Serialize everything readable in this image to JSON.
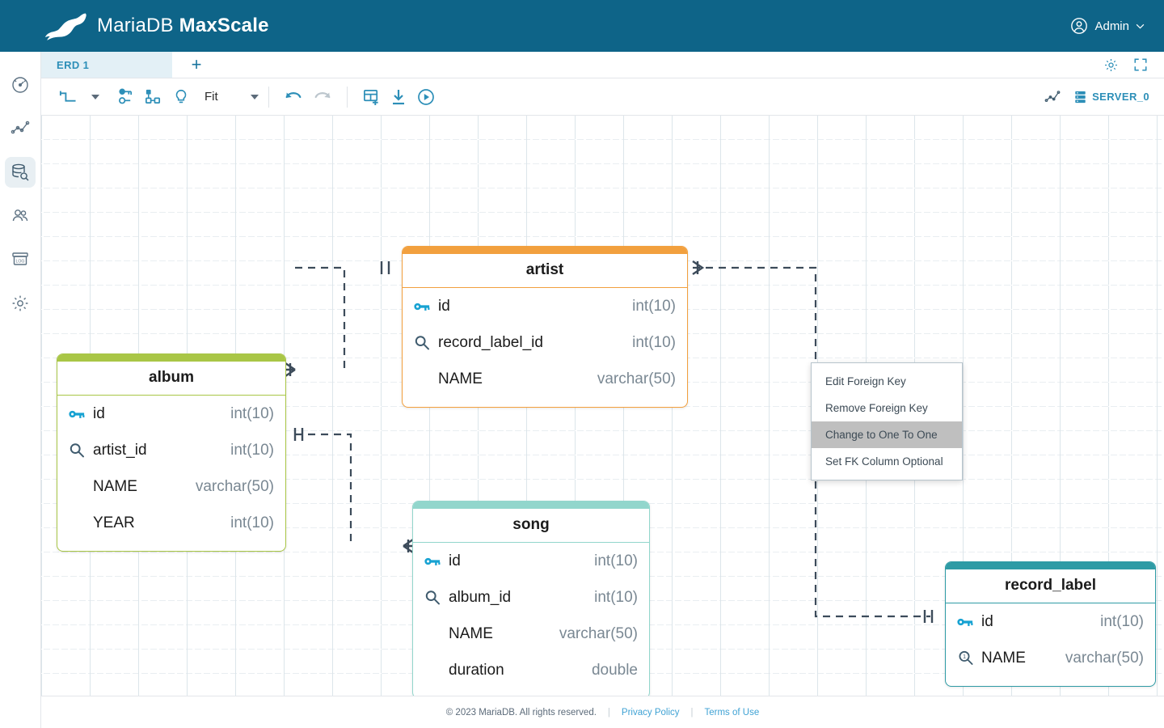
{
  "header": {
    "brand_thin": "Maria",
    "brand_db": "DB",
    "brand_product": "MaxScale",
    "logo_icon": "mariadb-seal-logo",
    "user_label": "Admin",
    "user_icon": "user-circle-icon",
    "user_chevron_icon": "chevron-down-icon",
    "brand_color": "#0E6488"
  },
  "sidebar": {
    "items": [
      {
        "name": "dashboard",
        "icon": "gauge-icon",
        "active": false
      },
      {
        "name": "visualization",
        "icon": "line-chart-icon",
        "active": false
      },
      {
        "name": "query-editor",
        "icon": "database-search-icon",
        "active": true
      },
      {
        "name": "users",
        "icon": "users-icon",
        "active": false
      },
      {
        "name": "logs",
        "icon": "log-archive-icon",
        "active": false
      },
      {
        "name": "settings",
        "icon": "gear-icon",
        "active": false
      }
    ]
  },
  "tabstrip": {
    "tabs": [
      {
        "label": "ERD 1",
        "active": true
      }
    ],
    "add_label": "+",
    "add_icon": "plus-icon",
    "settings_icon": "gear-icon",
    "fullscreen_icon": "expand-icon"
  },
  "toolbar": {
    "link_shape_icon": "entity-link-shape-icon",
    "link_shape_caret_icon": "caret-down-icon",
    "keys_icon": "show-keys-icon",
    "relations_icon": "show-relationships-icon",
    "hint_icon": "lightbulb-icon",
    "zoom_label": "Fit",
    "zoom_caret_icon": "caret-down-icon",
    "undo_icon": "undo-icon",
    "redo_icon": "redo-icon",
    "add_table_icon": "add-table-icon",
    "export_icon": "download-icon",
    "apply_icon": "run-play-icon",
    "chart_icon": "line-chart-icon",
    "server_icon": "server-stack-icon",
    "server_label": "SERVER_0"
  },
  "erd": {
    "entities": [
      {
        "name": "artist",
        "accent": "#f2a03e",
        "columns": [
          {
            "key_icon": "primary-key-icon",
            "name": "id",
            "type": "int(10)"
          },
          {
            "key_icon": "foreign-key-icon",
            "name": "record_label_id",
            "type": "int(10)"
          },
          {
            "key_icon": "none",
            "name": "NAME",
            "type": "varchar(50)"
          }
        ]
      },
      {
        "name": "album",
        "accent": "#a9c646",
        "columns": [
          {
            "key_icon": "primary-key-icon",
            "name": "id",
            "type": "int(10)"
          },
          {
            "key_icon": "foreign-key-icon",
            "name": "artist_id",
            "type": "int(10)"
          },
          {
            "key_icon": "none",
            "name": "NAME",
            "type": "varchar(50)"
          },
          {
            "key_icon": "none",
            "name": "YEAR",
            "type": "int(10)"
          }
        ]
      },
      {
        "name": "song",
        "accent": "#92d6cc",
        "columns": [
          {
            "key_icon": "primary-key-icon",
            "name": "id",
            "type": "int(10)"
          },
          {
            "key_icon": "foreign-key-icon",
            "name": "album_id",
            "type": "int(10)"
          },
          {
            "key_icon": "none",
            "name": "NAME",
            "type": "varchar(50)"
          },
          {
            "key_icon": "none",
            "name": "duration",
            "type": "double"
          }
        ]
      },
      {
        "name": "record_label",
        "accent": "#2e9ba5",
        "columns": [
          {
            "key_icon": "primary-key-icon",
            "name": "id",
            "type": "int(10)"
          },
          {
            "key_icon": "unique-index-icon",
            "name": "NAME",
            "type": "varchar(50)"
          }
        ]
      }
    ]
  },
  "context_menu": {
    "items": [
      {
        "label": "Edit Foreign Key",
        "highlighted": false
      },
      {
        "label": "Remove Foreign Key",
        "highlighted": false
      },
      {
        "label": "Change to One To One",
        "highlighted": true
      },
      {
        "label": "Set FK Column Optional",
        "highlighted": false
      }
    ]
  },
  "footer": {
    "copyright": "© 2023 MariaDB. All rights reserved.",
    "divider": "|",
    "privacy_label": "Privacy Policy",
    "terms_label": "Terms of Use"
  }
}
